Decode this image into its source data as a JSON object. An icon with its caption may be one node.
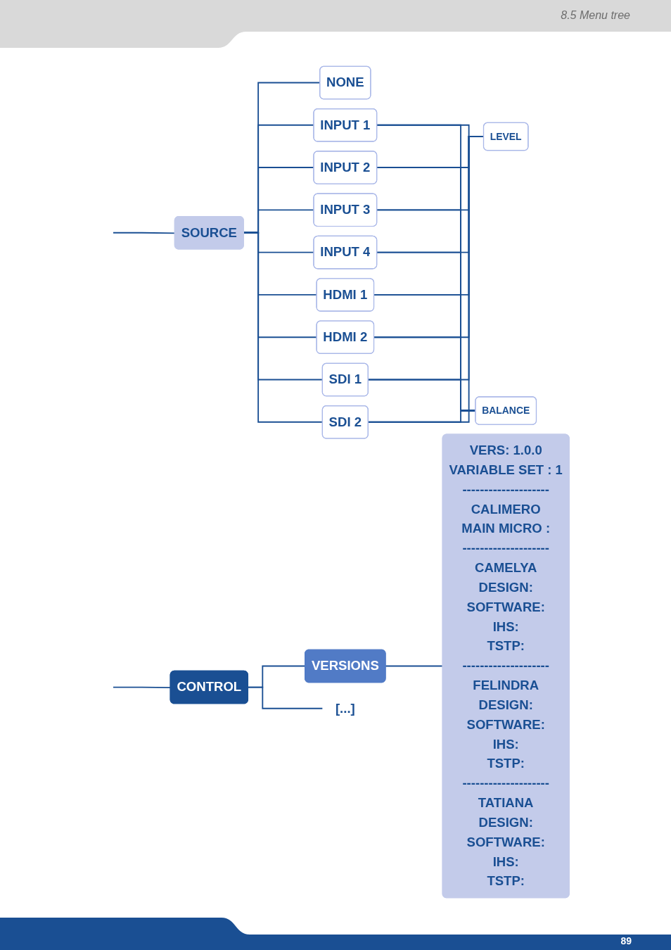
{
  "diagram": {
    "title": "8.5 Menu tree",
    "nodes": [
      {
        "text": [
          "SOURCE"
        ]
      },
      {
        "text": [
          "NONE"
        ]
      },
      {
        "text": [
          "INPUT 1"
        ]
      },
      {
        "text": [
          "INPUT 2"
        ]
      },
      {
        "text": [
          "INPUT 3"
        ]
      },
      {
        "text": [
          "INPUT 4"
        ]
      },
      {
        "text": [
          "HDMI 1"
        ]
      },
      {
        "text": [
          "HDMI 2"
        ]
      },
      {
        "text": [
          "SDI 1"
        ]
      },
      {
        "text": [
          "SDI 2"
        ]
      },
      {
        "text": [
          "LEVEL"
        ]
      },
      {
        "text": [
          "BALANCE"
        ]
      },
      {
        "text": [
          "CONTROL"
        ]
      },
      {
        "text": [
          "VERSIONS"
        ]
      },
      {
        "text": [
          "VERS: 1.0.0",
          "VARIABLE SET : 1",
          "--------------------",
          "CALIMERO",
          "MAIN MICRO :",
          "--------------------",
          "CAMELYA",
          "DESIGN:",
          "SOFTWARE:",
          "IHS:",
          "TSTP:",
          "--------------------",
          "FELINDRA",
          "DESIGN:",
          "SOFTWARE:",
          "IHS:",
          "TSTP:",
          "--------------------",
          "TATIANA",
          "DESIGN:",
          "SOFTWARE:",
          "IHS:",
          "TSTP:"
        ]
      },
      {
        "text": [
          "[...]"
        ]
      }
    ],
    "edges": [
      {
        "from": null,
        "to": 0,
        "arrow": "none"
      },
      {
        "from": 0,
        "to": 1,
        "arrow": "none"
      },
      {
        "from": 0,
        "to": 2,
        "arrow": "none"
      },
      {
        "from": 0,
        "to": 3,
        "arrow": "none"
      },
      {
        "from": 0,
        "to": 4,
        "arrow": "none"
      },
      {
        "from": 0,
        "to": 5,
        "arrow": "none"
      },
      {
        "from": 0,
        "to": 6,
        "arrow": "none"
      },
      {
        "from": 0,
        "to": 7,
        "arrow": "none"
      },
      {
        "from": 0,
        "to": 8,
        "arrow": "none"
      },
      {
        "from": 0,
        "to": 9,
        "arrow": "none"
      },
      {
        "from": 2,
        "to": 10,
        "arrow": "none"
      },
      {
        "from": 2,
        "to": 11,
        "arrow": "none"
      },
      {
        "from": 3,
        "to": 10,
        "arrow": "none"
      },
      {
        "from": 3,
        "to": 11,
        "arrow": "none"
      },
      {
        "from": 4,
        "to": 10,
        "arrow": "none"
      },
      {
        "from": 4,
        "to": 11,
        "arrow": "none"
      },
      {
        "from": 5,
        "to": 10,
        "arrow": "none"
      },
      {
        "from": 5,
        "to": 11,
        "arrow": "none"
      },
      {
        "from": 6,
        "to": 10,
        "arrow": "none"
      },
      {
        "from": 6,
        "to": 11,
        "arrow": "none"
      },
      {
        "from": 7,
        "to": 10,
        "arrow": "none"
      },
      {
        "from": 7,
        "to": 11,
        "arrow": "none"
      },
      {
        "from": 8,
        "to": 10,
        "arrow": "none"
      },
      {
        "from": 8,
        "to": 11,
        "arrow": "none"
      },
      {
        "from": 9,
        "to": 10,
        "arrow": "none"
      },
      {
        "from": 9,
        "to": 11,
        "arrow": "none"
      },
      {
        "from": null,
        "to": 12,
        "arrow": "none"
      },
      {
        "from": 12,
        "to": 13,
        "arrow": "none"
      },
      {
        "from": 13,
        "to": 14,
        "arrow": "none"
      },
      {
        "from": 12,
        "to": 15,
        "arrow": "none"
      }
    ],
    "labels": [
      "89"
    ]
  }
}
